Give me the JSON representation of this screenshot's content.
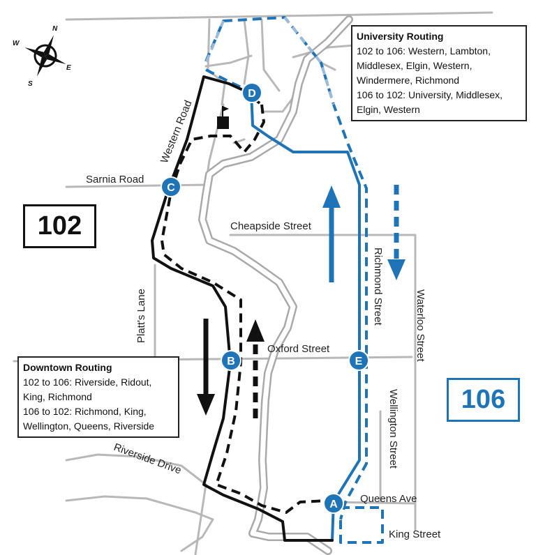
{
  "streets": {
    "western_road": "Western Road",
    "sarnia_road": "Sarnia Road",
    "cheapside_street": "Cheapside Street",
    "richmond_street": "Richmond Street",
    "waterloo_street": "Waterloo Street",
    "platts_lane": "Platt's Lane",
    "oxford_street": "Oxford Street",
    "wellington_street": "Wellington Street",
    "riverside_drive": "Riverside Drive",
    "queens_ave": "Queens Ave",
    "king_street": "King Street"
  },
  "stops": [
    "A",
    "B",
    "C",
    "D",
    "E"
  ],
  "compass": {
    "n": "N",
    "e": "E",
    "s": "S",
    "w": "W"
  },
  "routes": {
    "r102": {
      "label": "102",
      "color": "#111111"
    },
    "r106": {
      "label": "106",
      "color": "#1f73b7"
    }
  },
  "university_routing": {
    "title": "University Routing",
    "lines": [
      "102 to 106: Western, Lambton,",
      "Middlesex, Elgin, Western,",
      "Windermere, Richmond",
      "106 to 102: University, Middlesex,",
      "Elgin, Western"
    ]
  },
  "downtown_routing": {
    "title": "Downtown Routing",
    "lines": [
      "102 to 106: Riverside, Ridout,",
      "King, Richmond",
      "106 to 102: Richmond, King,",
      "Wellington, Queens, Riverside"
    ]
  }
}
